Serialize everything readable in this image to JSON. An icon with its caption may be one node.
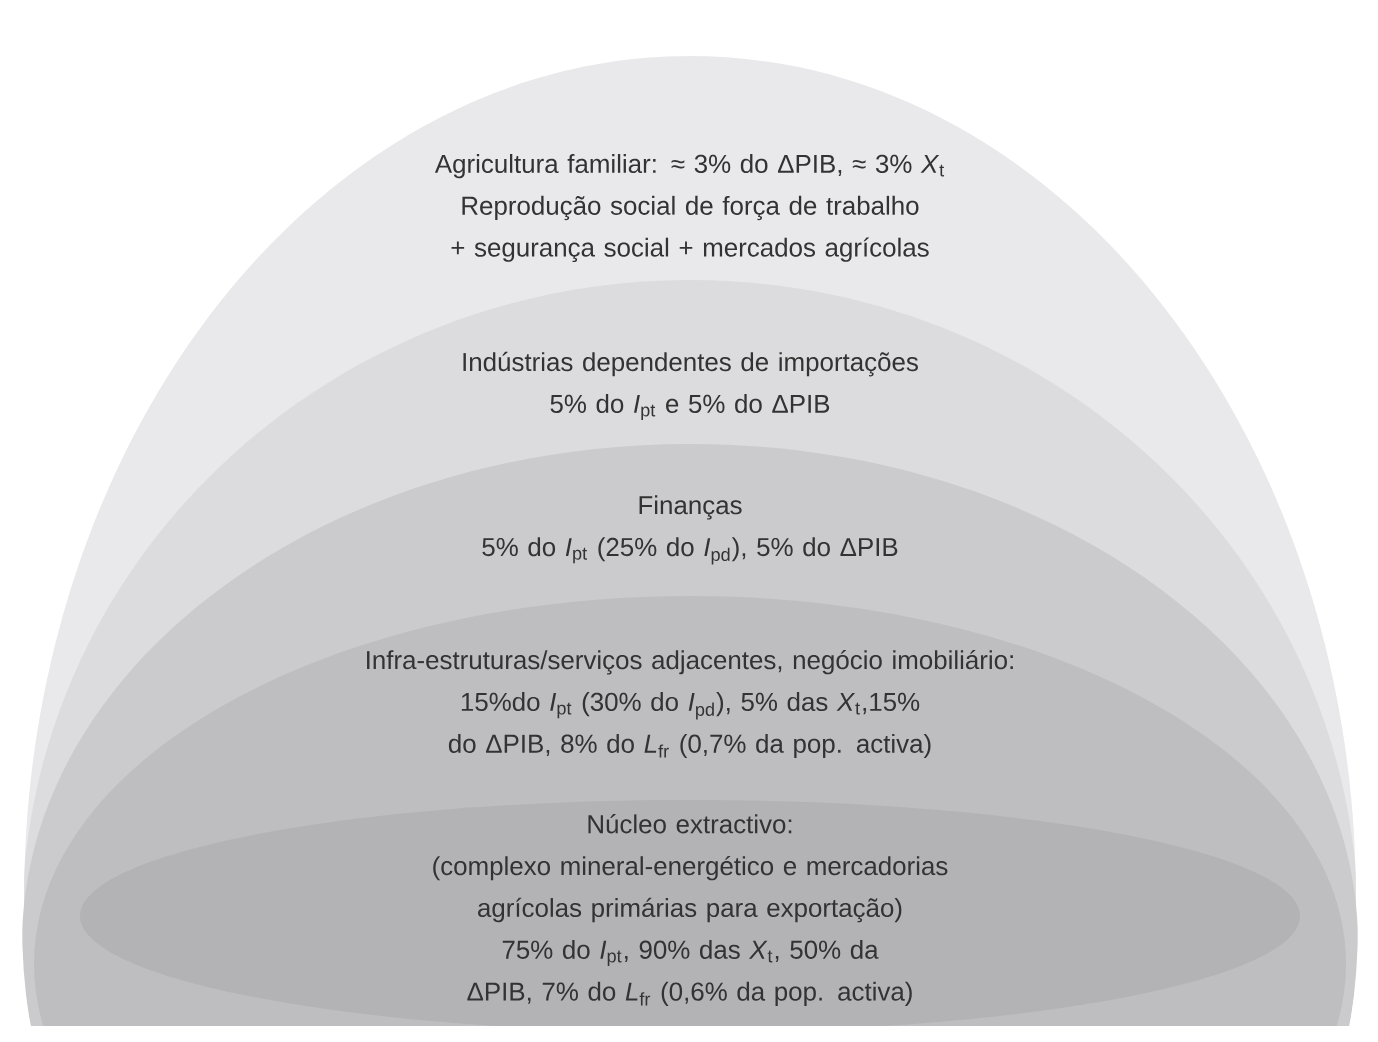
{
  "diagram": {
    "nodes": [
      {
        "text": [
          "Agricultura familiar: ≈ 3% do ΔPIB, ≈ 3% *X*$_{t}$",
          "Reprodução social de força de trabalho + segurança social + mercados agrícolas"
        ]
      },
      {
        "text": [
          "Indústrias dependentes de importações",
          "5% do *I*$_{pt}$ e 5% do ΔPIB"
        ],
        "in": 0
      },
      {
        "text": [
          "Finanças",
          "5% do *I*$_{pt}$ (25% do *I*$_{pd}$), 5% do ΔPIB"
        ],
        "in": 1
      },
      {
        "text": [
          "Infra-estruturas/serviços adjacentes, negócio imobiliário:",
          "15%do *I*$_{pt}$ (30% do *I*$_{pd}$), 5% das *X*$_{t}$,15% do ΔPIB, 8% do *L*$_{fr}$ (0,7% da pop. activa)"
        ],
        "in": 2
      },
      {
        "text": [
          "Núcleo extractivo:",
          "(complexo mineral-energético e mercadorias agrícolas primárias para exportação)",
          "75% do *I*$_{pt}$, 90% das *X*$_{t}$, 50% da ΔPIB, 7% do *L*$_{fr}$ (0,6% da pop. activa)"
        ],
        "in": 3
      }
    ]
  }
}
